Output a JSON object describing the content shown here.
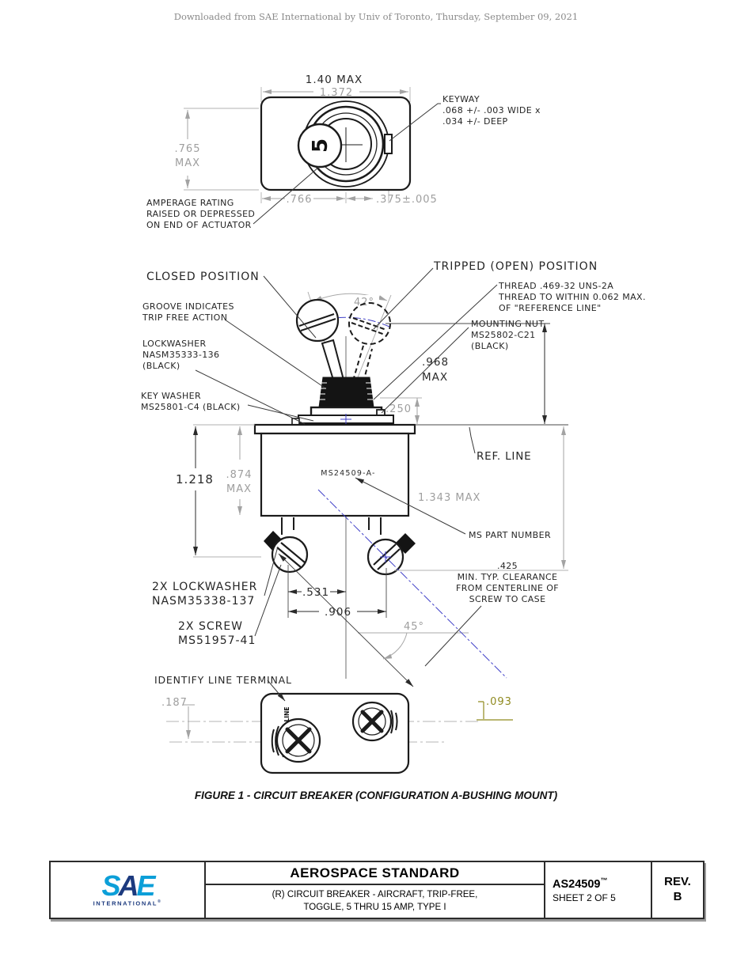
{
  "header": {
    "watermark": "Downloaded from SAE International by Univ of Toronto, Thursday, September 09, 2021"
  },
  "figure": {
    "caption": "FIGURE 1 - CIRCUIT BREAKER (CONFIGURATION A-BUSHING MOUNT)"
  },
  "top_view": {
    "dim_140": "1.40 MAX",
    "dim_1372": "1.372",
    "dim_765_l1": ".765",
    "dim_765_l2": "MAX",
    "dim_766": ".766",
    "dim_375": ".375±.005",
    "actuator_digit": "5",
    "keyway_l1": "KEYWAY",
    "keyway_l2": ".068 +/- .003 WIDE x",
    "keyway_l3": ".034 +/- DEEP",
    "amperage_l1": "AMPERAGE RATING",
    "amperage_l2": "RAISED OR DEPRESSED",
    "amperage_l3": "ON END OF ACTUATOR"
  },
  "side_view": {
    "closed_position": "CLOSED POSITION",
    "tripped_position": "TRIPPED (OPEN) POSITION",
    "angle_42": "42°",
    "groove_l1": "GROOVE INDICATES",
    "groove_l2": "TRIP FREE ACTION",
    "thread_l1": "THREAD .469-32 UNS-2A",
    "thread_l2": "THREAD TO WITHIN 0.062 MAX.",
    "thread_l3": "OF \"REFERENCE LINE\"",
    "mounting_nut_l1": "MOUNTING NUT",
    "mounting_nut_l2": "MS25802-C21",
    "mounting_nut_l3": "(BLACK)",
    "lockwasher_l1": "LOCKWASHER",
    "lockwasher_l2": "NASM35333-136",
    "lockwasher_l3": "(BLACK)",
    "key_washer_l1": "KEY WASHER",
    "key_washer_l2": "MS25801-C4 (BLACK)",
    "dim_968_l1": ".968",
    "dim_968_l2": "MAX",
    "dim_250": ".250",
    "ref_line": "REF. LINE",
    "dim_1218": "1.218",
    "dim_874_l1": ".874",
    "dim_874_l2": "MAX",
    "part_number_stamp": "MS24509-A-",
    "dim_1343": "1.343 MAX",
    "ms_part_number": "MS PART NUMBER",
    "lockwasher2_l1": "2X LOCKWASHER",
    "lockwasher2_l2": "NASM35338-137",
    "dim_531": ".531",
    "dim_906": ".906",
    "angle_45": "45°",
    "screw_l1": "2X SCREW",
    "screw_l2": "MS51957-41",
    "clearance_l1": ".425",
    "clearance_l2": "MIN. TYP. CLEARANCE",
    "clearance_l3": "FROM CENTERLINE OF",
    "clearance_l4": "SCREW TO CASE"
  },
  "bottom_view": {
    "identify": "IDENTIFY LINE TERMINAL",
    "dim_187": ".187",
    "dim_093": ".093",
    "line_marking": "LINE"
  },
  "footer": {
    "logo_s": "S",
    "logo_a": "A",
    "logo_e": "E",
    "logo_sub": "INTERNATIONAL",
    "logo_reg": "®",
    "doc_type": "AEROSPACE STANDARD",
    "title_l1": "(R) CIRCUIT BREAKER - AIRCRAFT, TRIP-FREE,",
    "title_l2": "TOGGLE, 5 THRU 15 AMP, TYPE I",
    "doc_number": "AS24509",
    "doc_tm": "™",
    "sheet": "SHEET 2 OF 5",
    "rev_label": "REV.",
    "rev_value": "B"
  },
  "colors": {
    "centerline_blue": "#4040c8",
    "dim_gray": "#9e9e9e",
    "olive": "#8f8a1f",
    "sae_light_blue": "#0c9fd8",
    "sae_navy": "#1c3a7e"
  }
}
